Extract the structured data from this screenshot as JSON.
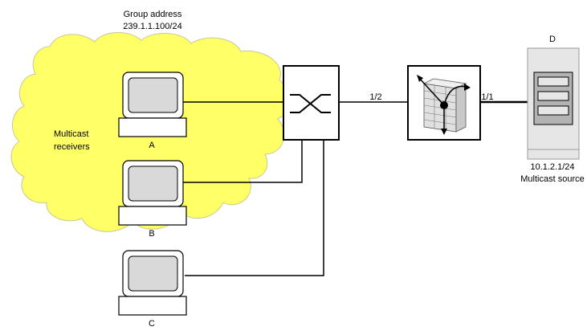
{
  "colors": {
    "cloud_fill": "#ffff66",
    "cloud_stroke": "#c8c89a",
    "link": "#000000",
    "host_fill": "#ffffff",
    "screen_fill": "#d9d9d9",
    "server_body": "#e6e6e6",
    "server_panel": "#b3b3b3",
    "firewall_brick": "#e0e0e0"
  },
  "icons": {
    "switch": "switch-icon",
    "firewall": "firewall-router-icon",
    "host": "computer-icon",
    "server": "server-icon"
  },
  "group": {
    "title": "Group address",
    "address": "239.1.1.100/24"
  },
  "cloud": {
    "label_line1": "Multicast",
    "label_line2": "receivers"
  },
  "hosts": {
    "a": "A",
    "b": "B",
    "c": "C",
    "d": "D"
  },
  "ports": {
    "p12": "1/2",
    "p11": "1/1"
  },
  "source": {
    "address": "10.1.2.1/24",
    "role": "Multicast source"
  }
}
